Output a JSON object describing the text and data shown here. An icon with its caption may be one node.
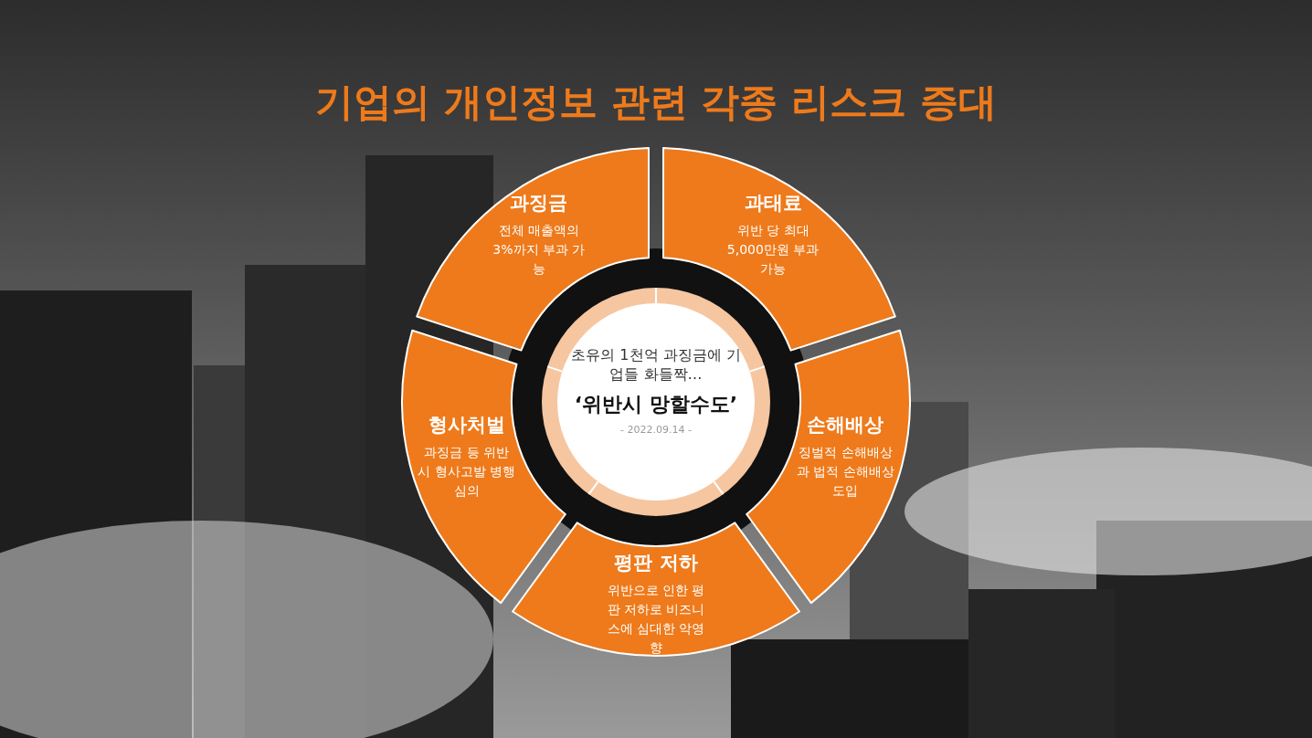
{
  "diagram": {
    "title": "기업의 개인정보 관련 각종 리스크 증대",
    "nodes": [
      {
        "text": [
          "과징금",
          "전체 매출액의 3%까지 부과 가능"
        ]
      },
      {
        "text": [
          "과태료",
          "위반 당 최대 5,000만원 부과 가능"
        ]
      },
      {
        "text": [
          "형사처벌",
          "과징금 등 위반 시 형사고발 병행 심의"
        ]
      },
      {
        "text": [
          "손해배상",
          "징벌적 손해배상과 법적 손해배상 도입"
        ]
      },
      {
        "text": [
          "평판 저하",
          "위반으로 인한 평판 저하로 비즈니스에 심대한 악영향"
        ]
      },
      {
        "text": [
          "초유의 1천억 과징금에 기업들 화들짝…",
          "‘위반시 망할수도’",
          "- 2022.09.14 -"
        ]
      }
    ]
  }
}
